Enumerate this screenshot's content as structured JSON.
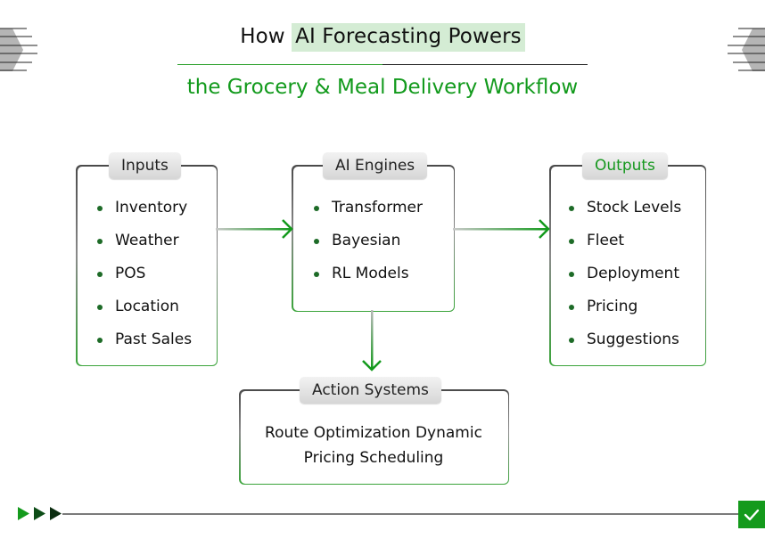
{
  "title": {
    "prefix": "How ",
    "highlight": "AI Forecasting Powers",
    "subtitle": "the Grocery & Meal Delivery Workflow"
  },
  "colors": {
    "accent_green": "#129a1c",
    "highlight_bg": "#d4ecd4",
    "tag_bg": "#e2e2e2",
    "bullet": "#1d6b27"
  },
  "boxes": {
    "inputs": {
      "label": "Inputs",
      "items": [
        "Inventory",
        "Weather",
        "POS",
        "Location",
        "Past Sales"
      ]
    },
    "engines": {
      "label": "AI Engines",
      "items": [
        "Transformer",
        "Bayesian",
        "RL Models"
      ]
    },
    "outputs": {
      "label": "Outputs",
      "items": [
        "Stock Levels",
        "Fleet",
        "Deployment",
        "Pricing",
        "Suggestions"
      ]
    },
    "actions": {
      "label": "Action Systems",
      "line1": "Route Optimization Dynamic",
      "line2": "Pricing Scheduling"
    }
  },
  "icons": {
    "corner_left": "striped-hexagon-icon",
    "corner_right": "striped-hexagon-icon",
    "footer_start": "triple-play-arrows-icon",
    "footer_end": "checkmark-icon"
  }
}
